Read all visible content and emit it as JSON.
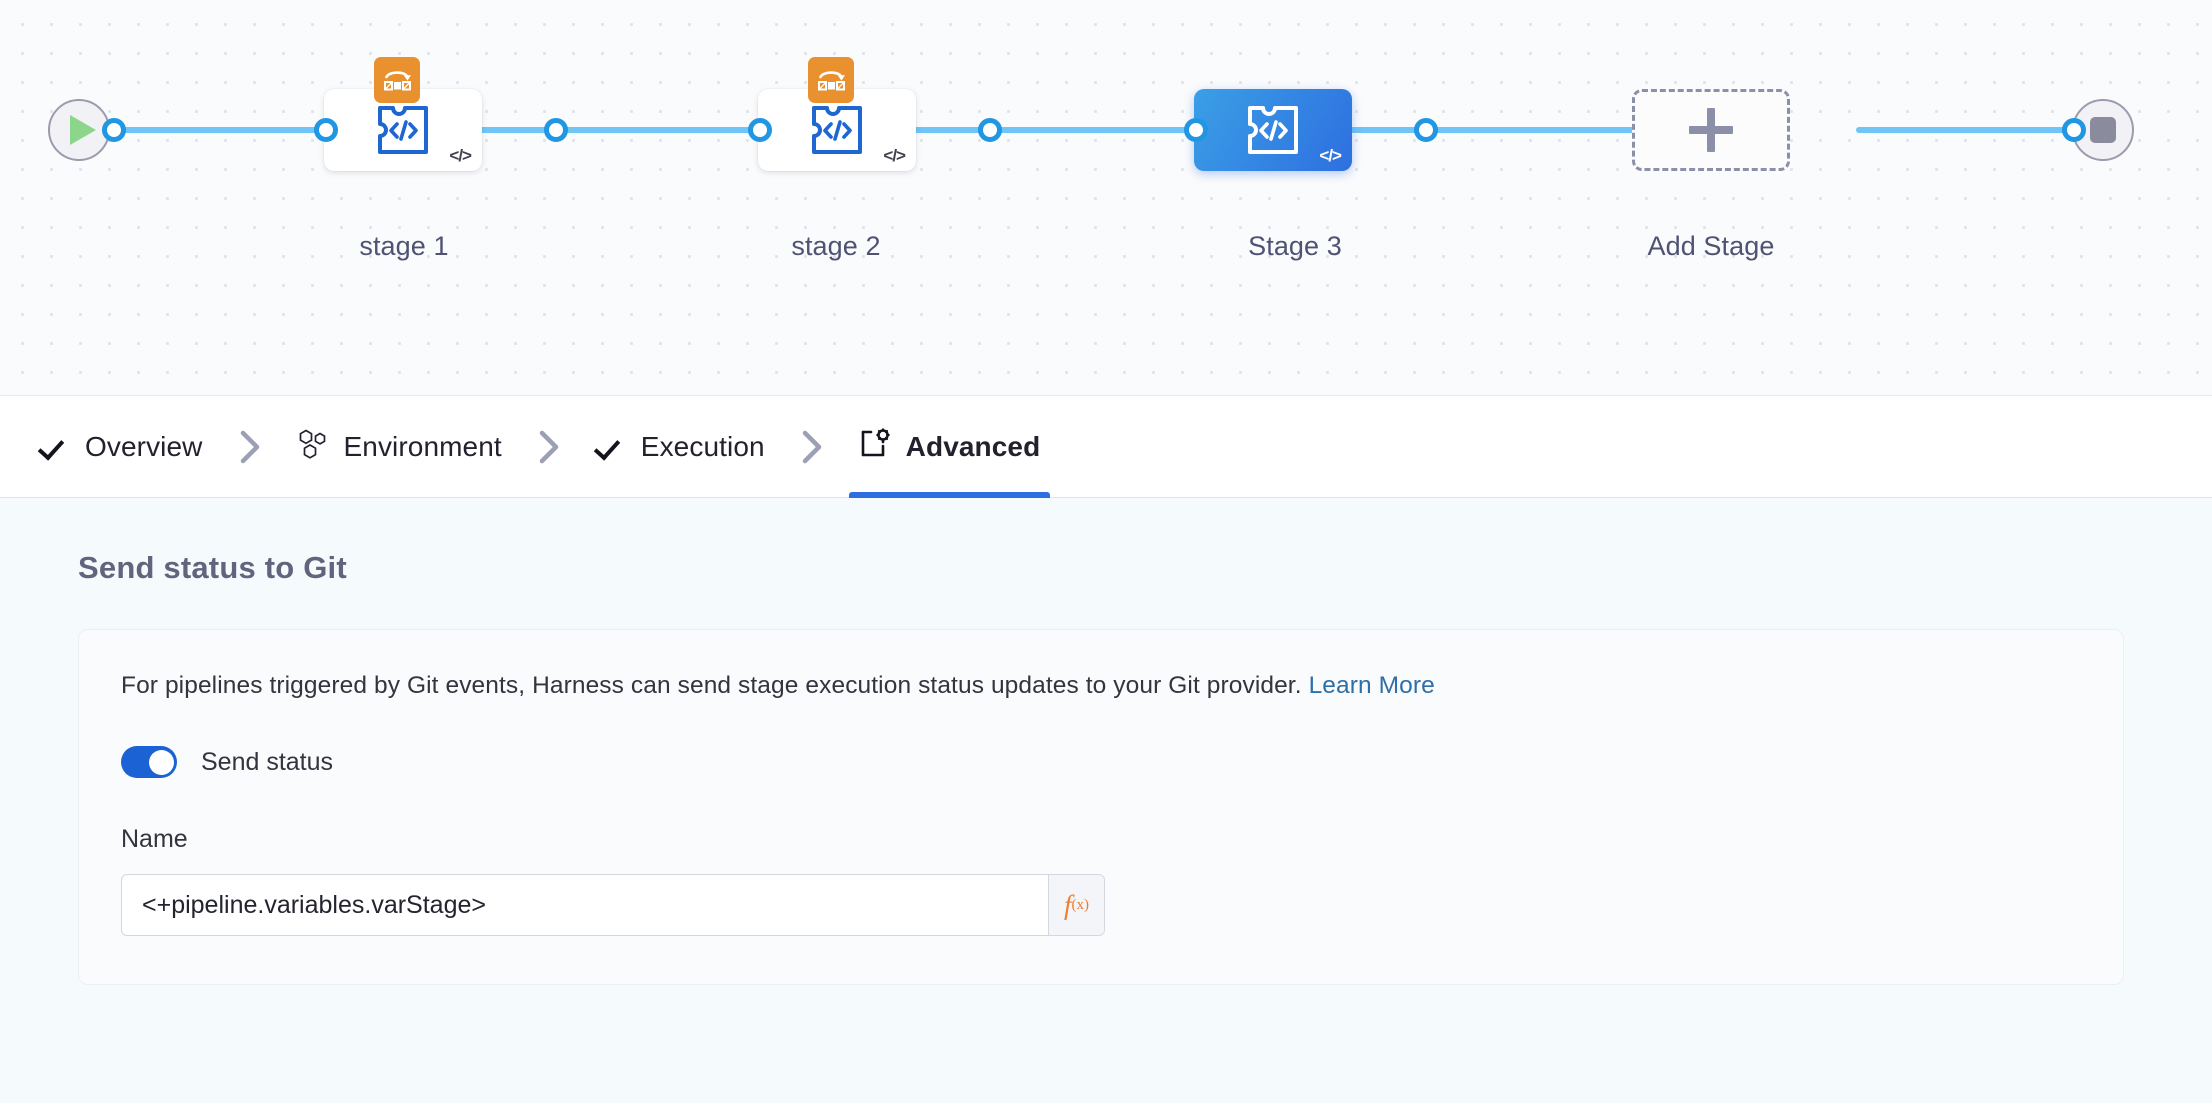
{
  "canvas": {
    "start_node": {
      "name": "pipeline-start",
      "icon": "play-icon"
    },
    "end_node": {
      "name": "pipeline-end",
      "icon": "stop-icon"
    },
    "stages": [
      {
        "label": "stage 1",
        "selected": false,
        "has_matrix_badge": true,
        "badge": "</>",
        "icon": "custom-stage-icon"
      },
      {
        "label": "stage 2",
        "selected": false,
        "has_matrix_badge": true,
        "badge": "</>",
        "icon": "custom-stage-icon"
      },
      {
        "label": "Stage 3",
        "selected": true,
        "has_matrix_badge": false,
        "badge": "</>",
        "icon": "custom-stage-icon"
      }
    ],
    "add_stage": {
      "label": "Add Stage",
      "icon": "plus-icon"
    },
    "colors": {
      "connector": "#6fc5f5",
      "port": "#2196e3",
      "selected_stage": "#2e6fe0",
      "matrix_badge": "#e8912e"
    }
  },
  "tabs": [
    {
      "label": "Overview",
      "icon": "check-icon",
      "active": false
    },
    {
      "label": "Environment",
      "icon": "hexagons-icon",
      "active": false
    },
    {
      "label": "Execution",
      "icon": "check-icon",
      "active": false
    },
    {
      "label": "Advanced",
      "icon": "advanced-gear-icon",
      "active": true
    }
  ],
  "tab_separator": "chevron-right-icon",
  "main": {
    "section_title": "Send status to Git",
    "description": "For pipelines triggered by Git events, Harness can send stage execution status updates to your Git provider.",
    "learn_more": "Learn More",
    "send_status_toggle": {
      "label": "Send status",
      "on": true
    },
    "name_field": {
      "label": "Name",
      "value": "<+pipeline.variables.varStage>",
      "placeholder": "Name",
      "expression_button": "f(x)"
    },
    "accent_color": "#2f6ee0",
    "link_color": "#2e6fa8"
  }
}
